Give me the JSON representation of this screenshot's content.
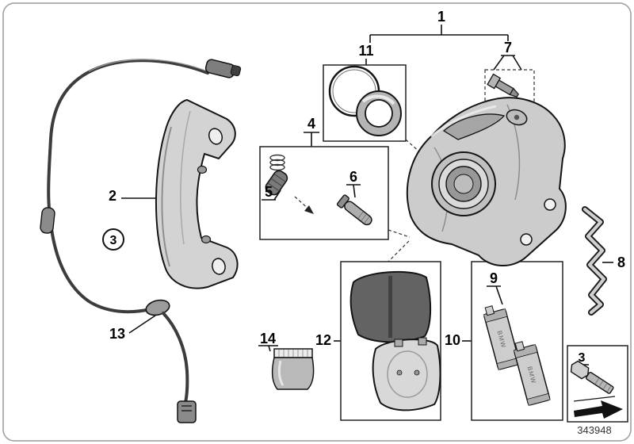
{
  "figure": {
    "drawing_number": "343948",
    "clip_brand": "BMW"
  },
  "callouts": {
    "c1": "1",
    "c2": "2",
    "c3": "3",
    "c4": "4",
    "c5": "5",
    "c6": "6",
    "c7": "7",
    "c8": "8",
    "c9": "9",
    "c10": "10",
    "c11": "11",
    "c12": "12",
    "c13": "13",
    "c14": "14",
    "c3_legend": "3"
  }
}
